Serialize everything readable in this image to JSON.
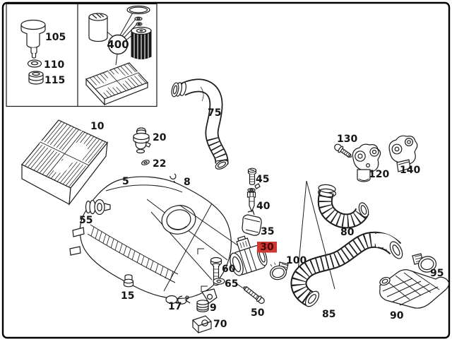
{
  "diagram": {
    "kind": "exploded-parts-diagram",
    "background_color": "#ffffff",
    "line_color": "#1b1b1b",
    "border_color": "#000000",
    "highlight": {
      "part": "30",
      "bg_color": "#cd3932",
      "text_color": "#4d0505"
    }
  },
  "callouts": {
    "c5": "5",
    "c8": "8",
    "c9": "9",
    "c10": "10",
    "c15": "15",
    "c17": "17",
    "c20": "20",
    "c22": "22",
    "c30": "30",
    "c35": "35",
    "c40": "40",
    "c45": "45",
    "c50": "50",
    "c55": "55",
    "c60": "60",
    "c65": "65",
    "c70": "70",
    "c75": "75",
    "c80": "80",
    "c85": "85",
    "c90": "90",
    "c95": "95",
    "c100": "100",
    "c105": "105",
    "c110": "110",
    "c115": "115",
    "c120": "120",
    "c130": "130",
    "c140": "140",
    "c400": "400"
  }
}
